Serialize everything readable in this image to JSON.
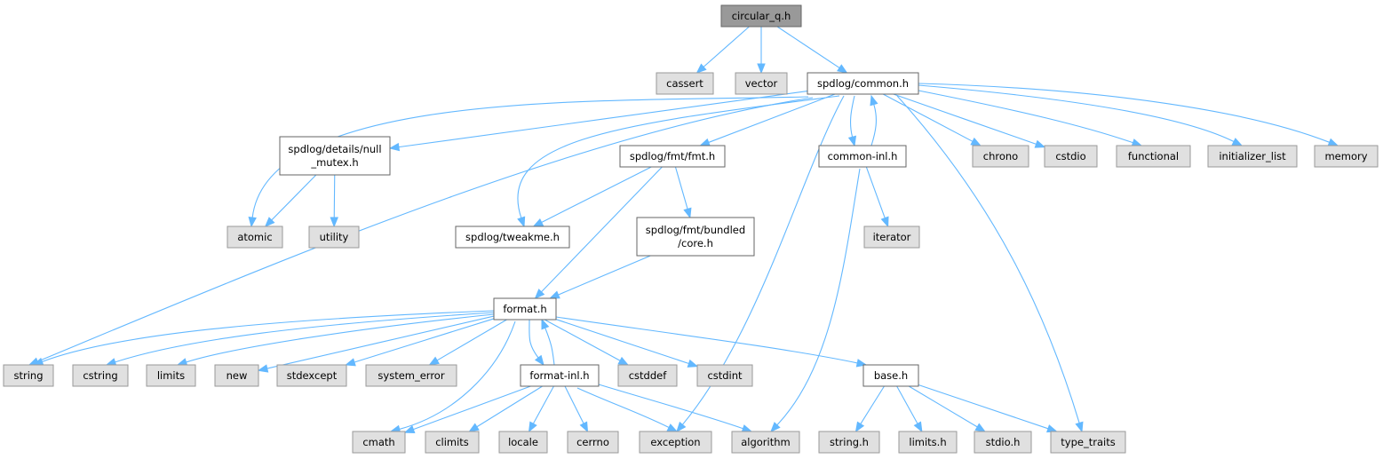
{
  "diagram": {
    "nodes": [
      {
        "id": "circular_q",
        "lines": [
          "circular_q.h"
        ],
        "kind": "root"
      },
      {
        "id": "cassert",
        "lines": [
          "cassert"
        ],
        "kind": "sys"
      },
      {
        "id": "vector",
        "lines": [
          "vector"
        ],
        "kind": "sys"
      },
      {
        "id": "common",
        "lines": [
          "spdlog/common.h"
        ],
        "kind": "local"
      },
      {
        "id": "null_mutex",
        "lines": [
          "spdlog/details/null",
          "_mutex.h"
        ],
        "kind": "local"
      },
      {
        "id": "fmt",
        "lines": [
          "spdlog/fmt/fmt.h"
        ],
        "kind": "local"
      },
      {
        "id": "common_inl",
        "lines": [
          "common-inl.h"
        ],
        "kind": "local"
      },
      {
        "id": "chrono",
        "lines": [
          "chrono"
        ],
        "kind": "sys"
      },
      {
        "id": "cstdio",
        "lines": [
          "cstdio"
        ],
        "kind": "sys"
      },
      {
        "id": "functional",
        "lines": [
          "functional"
        ],
        "kind": "sys"
      },
      {
        "id": "initializer_list",
        "lines": [
          "initializer_list"
        ],
        "kind": "sys"
      },
      {
        "id": "memory",
        "lines": [
          "memory"
        ],
        "kind": "sys"
      },
      {
        "id": "atomic",
        "lines": [
          "atomic"
        ],
        "kind": "sys"
      },
      {
        "id": "utility",
        "lines": [
          "utility"
        ],
        "kind": "sys"
      },
      {
        "id": "tweakme",
        "lines": [
          "spdlog/tweakme.h"
        ],
        "kind": "local"
      },
      {
        "id": "bundled_core",
        "lines": [
          "spdlog/fmt/bundled",
          "/core.h"
        ],
        "kind": "local"
      },
      {
        "id": "iterator",
        "lines": [
          "iterator"
        ],
        "kind": "sys"
      },
      {
        "id": "format",
        "lines": [
          "format.h"
        ],
        "kind": "local"
      },
      {
        "id": "string",
        "lines": [
          "string"
        ],
        "kind": "sys"
      },
      {
        "id": "cstring",
        "lines": [
          "cstring"
        ],
        "kind": "sys"
      },
      {
        "id": "limits",
        "lines": [
          "limits"
        ],
        "kind": "sys"
      },
      {
        "id": "new",
        "lines": [
          "new"
        ],
        "kind": "sys"
      },
      {
        "id": "stdexcept",
        "lines": [
          "stdexcept"
        ],
        "kind": "sys"
      },
      {
        "id": "system_error",
        "lines": [
          "system_error"
        ],
        "kind": "sys"
      },
      {
        "id": "format_inl",
        "lines": [
          "format-inl.h"
        ],
        "kind": "local"
      },
      {
        "id": "cstddef",
        "lines": [
          "cstddef"
        ],
        "kind": "sys"
      },
      {
        "id": "cstdint",
        "lines": [
          "cstdint"
        ],
        "kind": "sys"
      },
      {
        "id": "base",
        "lines": [
          "base.h"
        ],
        "kind": "local"
      },
      {
        "id": "cmath",
        "lines": [
          "cmath"
        ],
        "kind": "sys"
      },
      {
        "id": "climits",
        "lines": [
          "climits"
        ],
        "kind": "sys"
      },
      {
        "id": "locale",
        "lines": [
          "locale"
        ],
        "kind": "sys"
      },
      {
        "id": "cerrno",
        "lines": [
          "cerrno"
        ],
        "kind": "sys"
      },
      {
        "id": "exception",
        "lines": [
          "exception"
        ],
        "kind": "sys"
      },
      {
        "id": "algorithm",
        "lines": [
          "algorithm"
        ],
        "kind": "sys"
      },
      {
        "id": "string_h",
        "lines": [
          "string.h"
        ],
        "kind": "sys"
      },
      {
        "id": "limits_h",
        "lines": [
          "limits.h"
        ],
        "kind": "sys"
      },
      {
        "id": "stdio_h",
        "lines": [
          "stdio.h"
        ],
        "kind": "sys"
      },
      {
        "id": "type_traits",
        "lines": [
          "type_traits"
        ],
        "kind": "sys"
      }
    ],
    "edges": [
      {
        "from": "circular_q",
        "to": "cassert"
      },
      {
        "from": "circular_q",
        "to": "vector"
      },
      {
        "from": "circular_q",
        "to": "common"
      },
      {
        "from": "common",
        "to": "atomic"
      },
      {
        "from": "common",
        "to": "null_mutex"
      },
      {
        "from": "common",
        "to": "string"
      },
      {
        "from": "common",
        "to": "tweakme"
      },
      {
        "from": "common",
        "to": "fmt"
      },
      {
        "from": "common",
        "to": "exception"
      },
      {
        "from": "common",
        "to": "common_inl"
      },
      {
        "from": "common",
        "to": "type_traits"
      },
      {
        "from": "common",
        "to": "chrono"
      },
      {
        "from": "common",
        "to": "cstdio"
      },
      {
        "from": "common",
        "to": "functional"
      },
      {
        "from": "common",
        "to": "initializer_list"
      },
      {
        "from": "common",
        "to": "memory"
      },
      {
        "from": "common_inl",
        "to": "common"
      },
      {
        "from": "common_inl",
        "to": "iterator"
      },
      {
        "from": "common_inl",
        "to": "algorithm"
      },
      {
        "from": "null_mutex",
        "to": "atomic"
      },
      {
        "from": "null_mutex",
        "to": "utility"
      },
      {
        "from": "fmt",
        "to": "tweakme"
      },
      {
        "from": "fmt",
        "to": "bundled_core"
      },
      {
        "from": "fmt",
        "to": "format"
      },
      {
        "from": "bundled_core",
        "to": "format"
      },
      {
        "from": "format",
        "to": "string"
      },
      {
        "from": "format",
        "to": "cstring"
      },
      {
        "from": "format",
        "to": "limits"
      },
      {
        "from": "format",
        "to": "new"
      },
      {
        "from": "format",
        "to": "stdexcept"
      },
      {
        "from": "format",
        "to": "system_error"
      },
      {
        "from": "format",
        "to": "cmath"
      },
      {
        "from": "format",
        "to": "format_inl"
      },
      {
        "from": "format",
        "to": "cstddef"
      },
      {
        "from": "format",
        "to": "cstdint"
      },
      {
        "from": "format",
        "to": "base"
      },
      {
        "from": "format_inl",
        "to": "format"
      },
      {
        "from": "format_inl",
        "to": "cmath"
      },
      {
        "from": "format_inl",
        "to": "climits"
      },
      {
        "from": "format_inl",
        "to": "locale"
      },
      {
        "from": "format_inl",
        "to": "cerrno"
      },
      {
        "from": "format_inl",
        "to": "exception"
      },
      {
        "from": "format_inl",
        "to": "algorithm"
      },
      {
        "from": "base",
        "to": "string_h"
      },
      {
        "from": "base",
        "to": "limits_h"
      },
      {
        "from": "base",
        "to": "stdio_h"
      },
      {
        "from": "base",
        "to": "type_traits"
      }
    ],
    "colors": {
      "edge": "#63b8ff",
      "root_fill": "#999999",
      "local_fill": "#ffffff",
      "system_fill": "#e0e0e0",
      "border": "#666666"
    }
  }
}
